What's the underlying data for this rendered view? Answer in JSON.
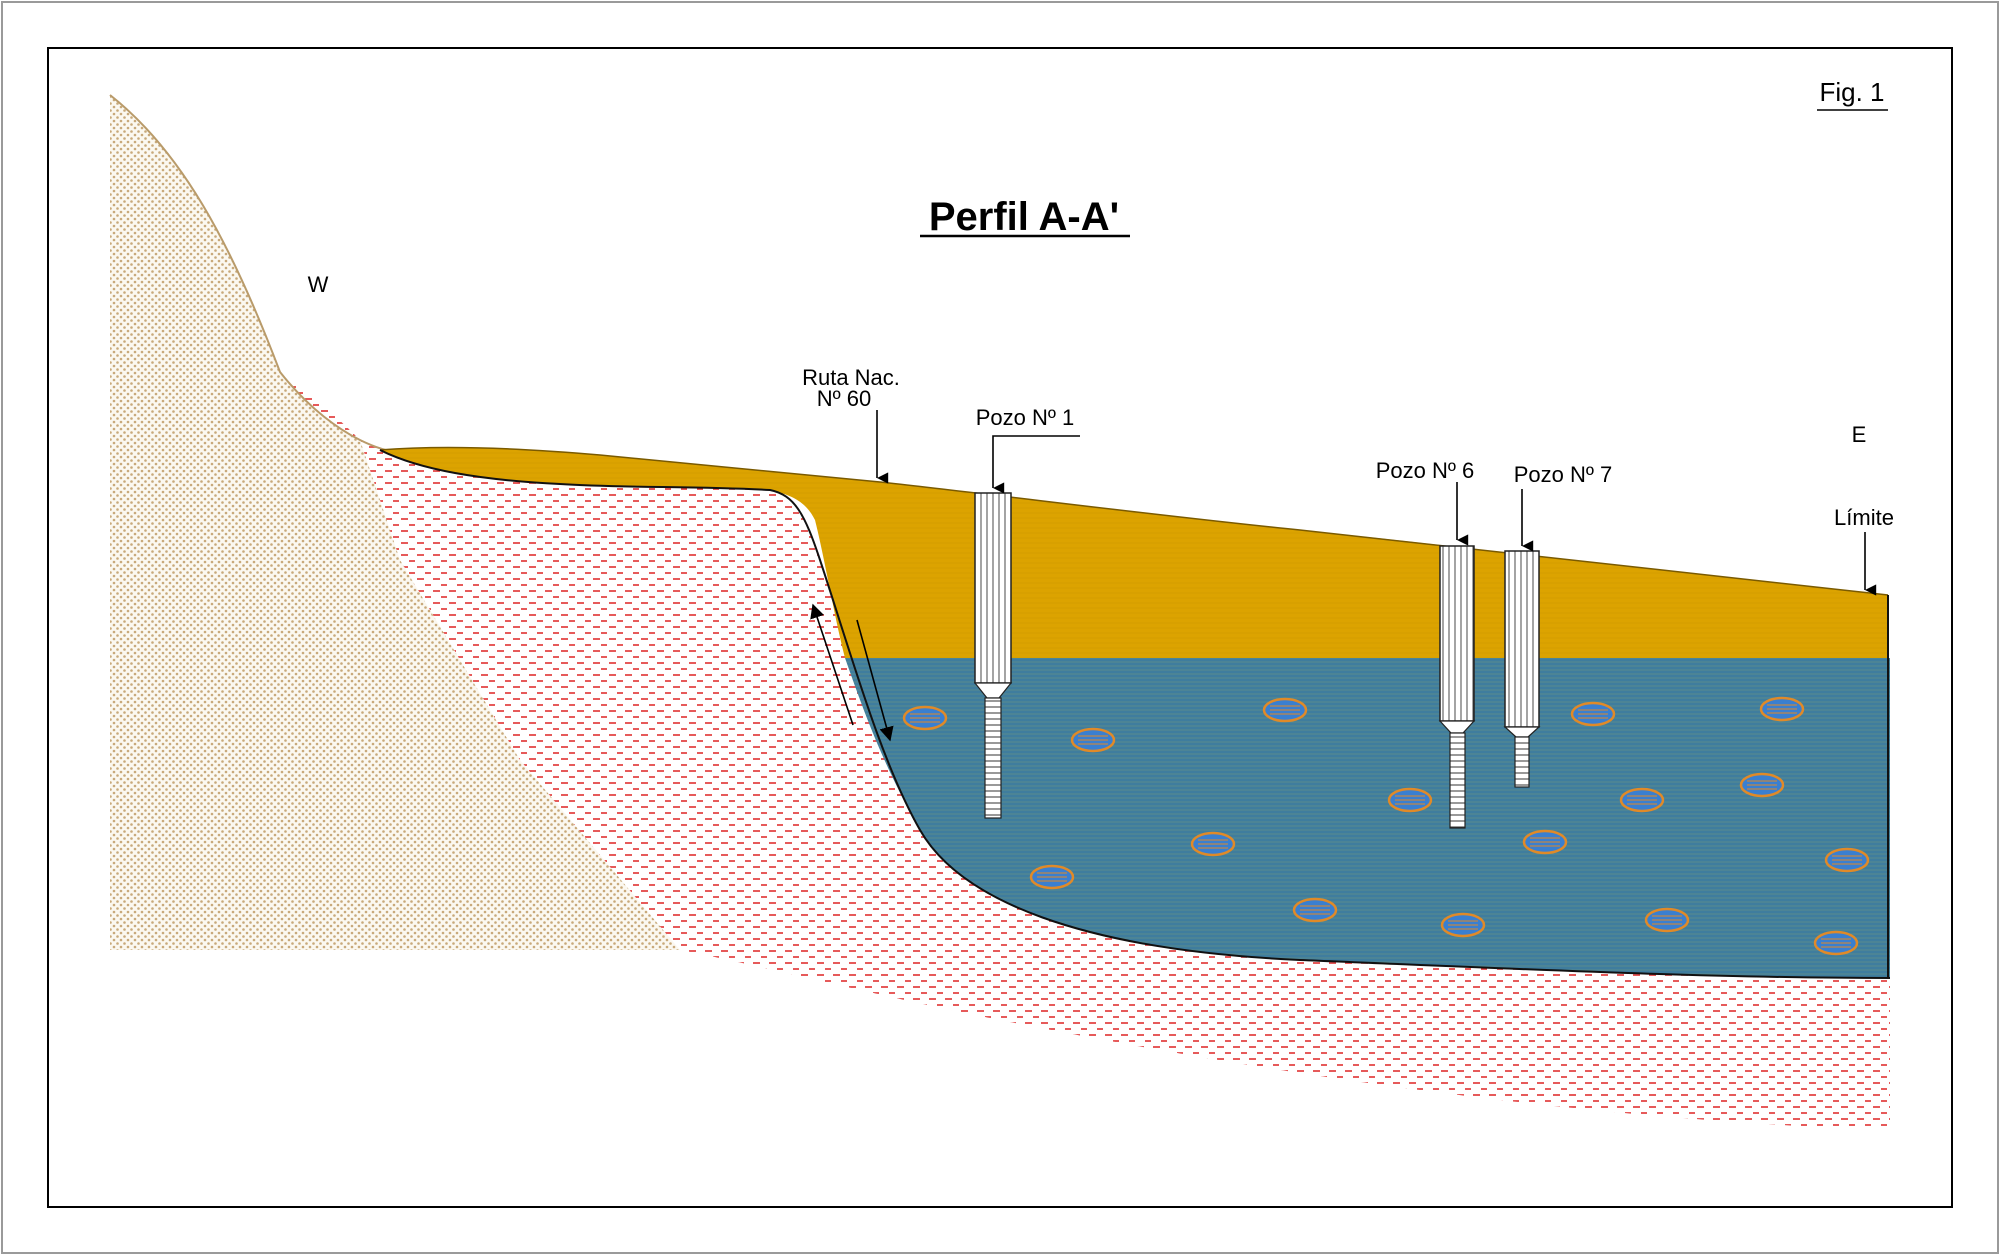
{
  "figure": {
    "fig_label": "Fig. 1",
    "title": "Perfil A-A'"
  },
  "orientation": {
    "west": "W",
    "east": "E"
  },
  "annotations": {
    "route_line1": "Ruta Nac.",
    "route_line2": "Nº 60",
    "well_1": "Pozo Nº 1",
    "well_6": "Pozo Nº 6",
    "well_7": "Pozo Nº 7",
    "limit": "Límite"
  },
  "colors": {
    "frame": "#000000",
    "basement_dots": "#c8a97a",
    "red_dashes": "#e03030",
    "sediment_ochre": "#dca300",
    "aquifer_blue": "#3f7d9e",
    "well_fill": "#ffffff",
    "lens_orange": "#e08a28",
    "lens_blue": "#3a7fd0"
  }
}
